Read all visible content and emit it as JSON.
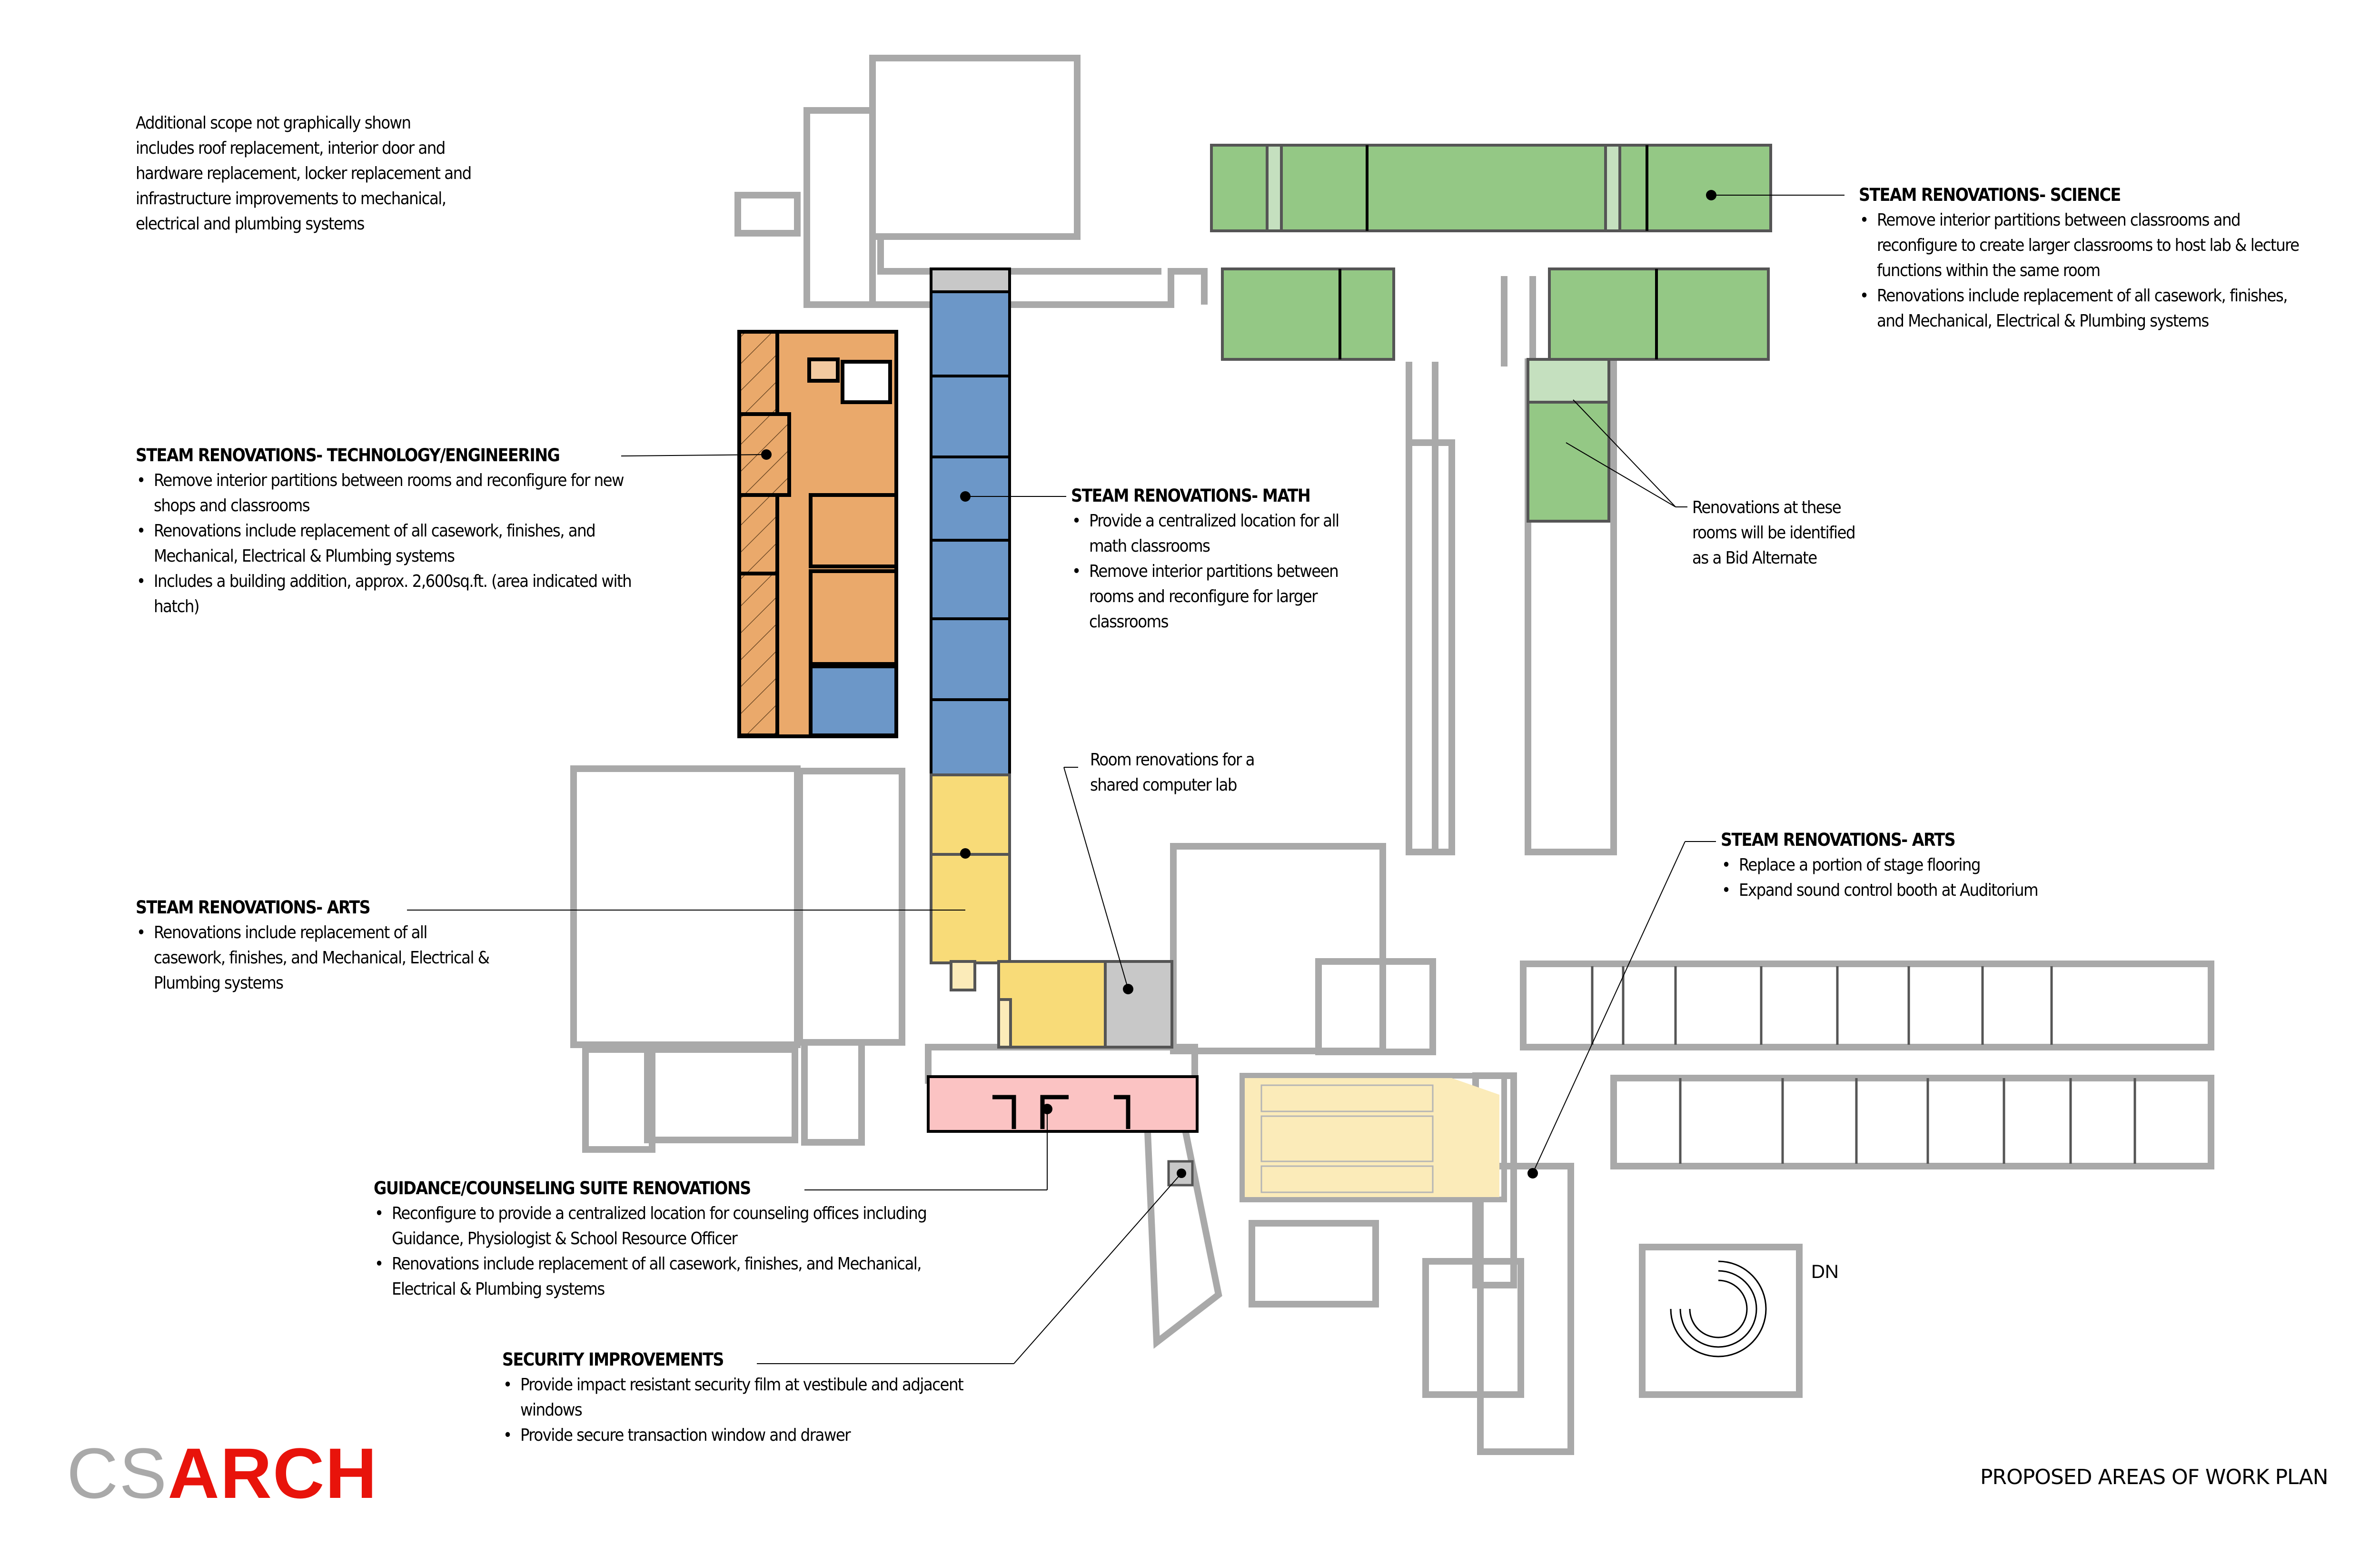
{
  "document": {
    "title": "PROPOSED AREAS OF WORK PLAN",
    "logo": {
      "part1": "CS",
      "part2": "ARCH",
      "part1_color": "#A9A9A9",
      "part2_color": "#E8130B"
    }
  },
  "general_note": {
    "text": "Additional scope not graphically shown\nincludes roof replacement, interior door and\nhardware replacement, locker replacement and\ninfrastructure improvements to mechanical,\nelectrical and plumbing systems"
  },
  "legend_colors": {
    "technology_engineering": "#EAA96B",
    "math": "#6C97C8",
    "science": "#94C885",
    "science_bid_alternate": "#C5E0BF",
    "arts_visual": "#F8DB78",
    "arts_auditorium": "#FBEBB9",
    "computer_lab": "#C8C8C8",
    "guidance": "#FBC3C3",
    "security": "#C8C8C8",
    "wall": "#A9A9A9"
  },
  "callouts": {
    "technology": {
      "heading": "STEAM RENOVATIONS- TECHNOLOGY/ENGINEERING",
      "bullets": [
        "Remove interior partitions between rooms and reconfigure for new shops and classrooms",
        "Renovations include replacement of all casework, finishes, and Mechanical, Electrical & Plumbing systems",
        "Includes a building addition, approx.  2,600sq.ft. (area indicated with hatch)"
      ]
    },
    "science": {
      "heading": "STEAM RENOVATIONS- SCIENCE",
      "bullets": [
        "Remove interior partitions between classrooms and reconfigure to create larger classrooms to host lab & lecture functions within the same room",
        "Renovations include replacement of all casework, finishes, and Mechanical, Electrical & Plumbing systems"
      ]
    },
    "math": {
      "heading": "STEAM RENOVATIONS- MATH",
      "bullets": [
        "Provide a centralized location for all math classrooms",
        "Remove interior partitions between rooms and reconfigure for larger classrooms"
      ]
    },
    "bid_alternate": {
      "text": "Renovations at these\nrooms will be identified\nas a Bid Alternate"
    },
    "computer_lab": {
      "text": "Room renovations for a\nshared computer lab"
    },
    "arts_left": {
      "heading": "STEAM RENOVATIONS- ARTS",
      "bullets": [
        "Renovations include replacement of all casework, finishes, and Mechanical, Electrical & Plumbing systems"
      ]
    },
    "arts_right": {
      "heading": "STEAM RENOVATIONS- ARTS",
      "bullets": [
        "Replace a portion of stage flooring",
        "Expand sound control booth at Auditorium"
      ]
    },
    "guidance": {
      "heading": "GUIDANCE/COUNSELING SUITE RENOVATIONS",
      "bullets": [
        "Reconfigure to provide a centralized location for counseling offices including Guidance, Physiologist & School Resource Officer",
        "Renovations include replacement of all casework, finishes, and Mechanical, Electrical & Plumbing systems"
      ]
    },
    "security": {
      "heading": "SECURITY IMPROVEMENTS",
      "bullets": [
        "Provide impact resistant security film at vestibule and adjacent windows",
        "Provide secure transaction window and drawer"
      ]
    }
  },
  "plan_labels": {
    "stair_down": "DN"
  }
}
